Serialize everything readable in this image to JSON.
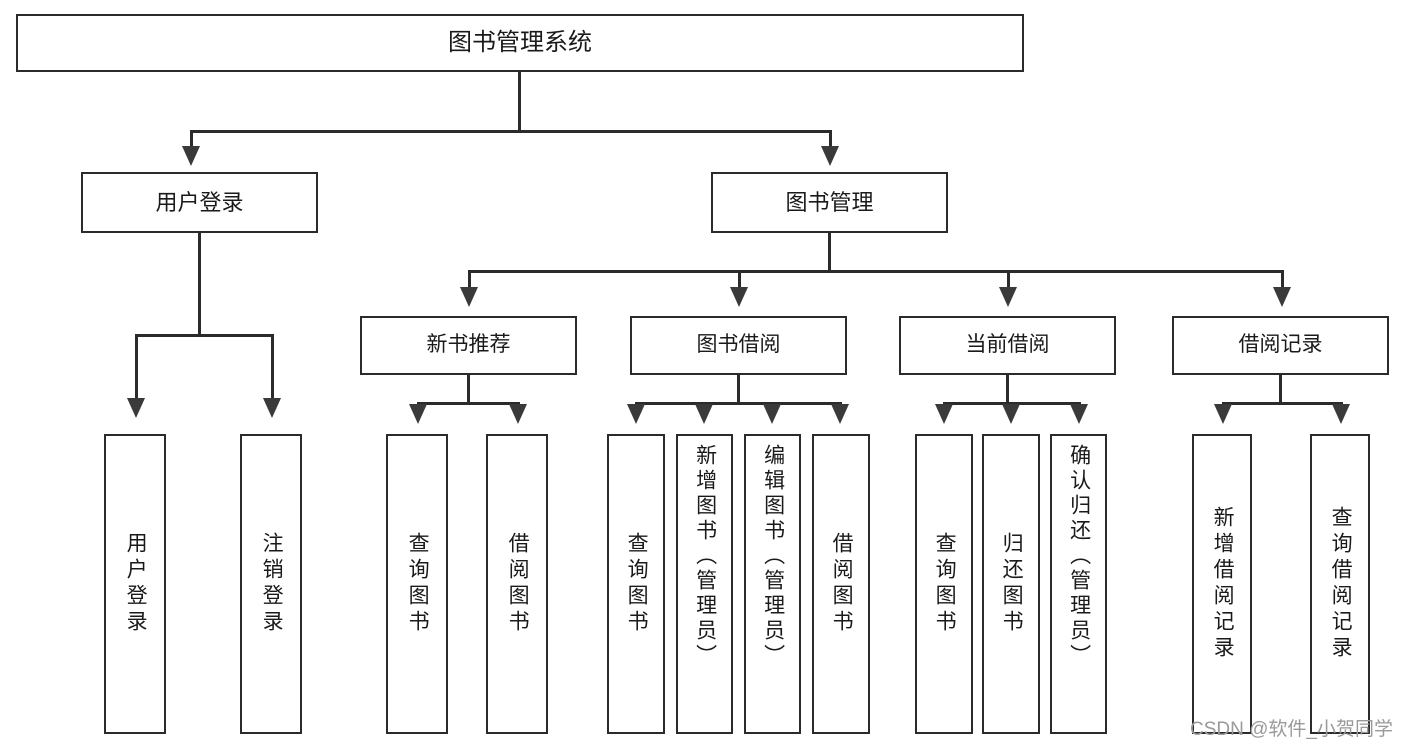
{
  "diagram": {
    "title": "图书管理系统",
    "type": "tree",
    "watermark": "CSDN @软件_小贺同学",
    "colors": {
      "box_border": "#2b2b2b",
      "box_fill": "#ffffff",
      "connector": "#2b2b2b",
      "arrow": "#3a3a3a",
      "text": "#1a1a1a",
      "watermark": "#9a9a9a"
    },
    "nodes": {
      "root": {
        "label": "图书管理系统"
      },
      "level1": [
        {
          "id": "user-login",
          "label": "用户登录"
        },
        {
          "id": "book-management",
          "label": "图书管理"
        }
      ],
      "level2": [
        {
          "id": "new-book-recommend",
          "label": "新书推荐"
        },
        {
          "id": "book-borrow",
          "label": "图书借阅"
        },
        {
          "id": "current-borrow",
          "label": "当前借阅"
        },
        {
          "id": "borrow-record",
          "label": "借阅记录"
        }
      ],
      "leaves": {
        "user-login": [
          {
            "id": "login",
            "label": "用户登录"
          },
          {
            "id": "logout",
            "label": "注销登录"
          }
        ],
        "new-book-recommend": [
          {
            "id": "query-book-1",
            "label": "查询图书"
          },
          {
            "id": "borrow-book-1",
            "label": "借阅图书"
          }
        ],
        "book-borrow": [
          {
            "id": "query-book-2",
            "label": "查询图书"
          },
          {
            "id": "add-book",
            "label": "新增图书（管理员）"
          },
          {
            "id": "edit-book",
            "label": "编辑图书（管理员）"
          },
          {
            "id": "borrow-book-2",
            "label": "借阅图书"
          }
        ],
        "current-borrow": [
          {
            "id": "query-book-3",
            "label": "查询图书"
          },
          {
            "id": "return-book",
            "label": "归还图书"
          },
          {
            "id": "confirm-return",
            "label": "确认归还（管理员）"
          }
        ],
        "borrow-record": [
          {
            "id": "add-borrow-record",
            "label": "新增借阅记录"
          },
          {
            "id": "query-borrow-record",
            "label": "查询借阅记录"
          }
        ]
      }
    }
  }
}
